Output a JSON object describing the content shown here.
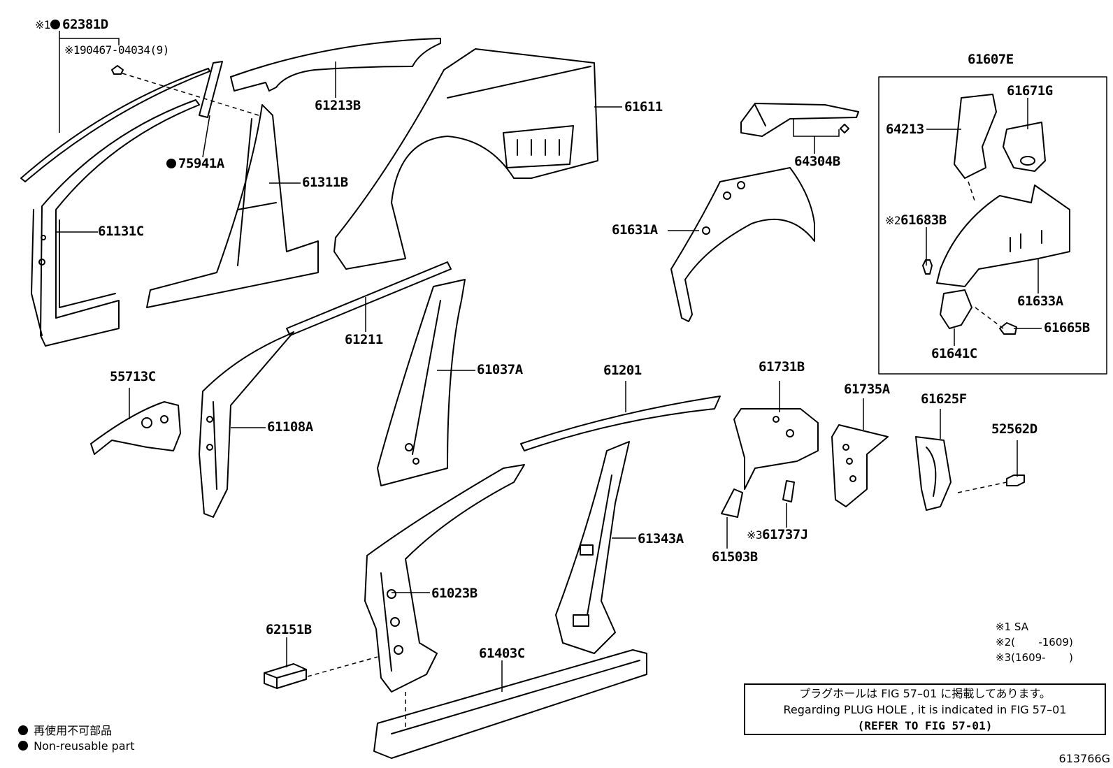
{
  "parts": [
    {
      "id": "62381D",
      "text": "62381D",
      "mark": "※1",
      "nonreusable": true
    },
    {
      "id": "90467",
      "text": "90467-04034(9)",
      "mark": "※1"
    },
    {
      "id": "75941A",
      "text": "75941A",
      "nonreusable": true
    },
    {
      "id": "61131C",
      "text": "61131C"
    },
    {
      "id": "61213B",
      "text": "61213B"
    },
    {
      "id": "61311B",
      "text": "61311B"
    },
    {
      "id": "61611",
      "text": "61611"
    },
    {
      "id": "64304B",
      "text": "64304B"
    },
    {
      "id": "61631A",
      "text": "61631A"
    },
    {
      "id": "61607E",
      "text": "61607E"
    },
    {
      "id": "61671G",
      "text": "61671G"
    },
    {
      "id": "64213",
      "text": "64213"
    },
    {
      "id": "61683B",
      "text": "61683B",
      "mark": "※2"
    },
    {
      "id": "61633A",
      "text": "61633A"
    },
    {
      "id": "61665B",
      "text": "61665B"
    },
    {
      "id": "61641C",
      "text": "61641C"
    },
    {
      "id": "61211",
      "text": "61211"
    },
    {
      "id": "55713C",
      "text": "55713C"
    },
    {
      "id": "61108A",
      "text": "61108A"
    },
    {
      "id": "61037A",
      "text": "61037A"
    },
    {
      "id": "61201",
      "text": "61201"
    },
    {
      "id": "61731B",
      "text": "61731B"
    },
    {
      "id": "61735A",
      "text": "61735A"
    },
    {
      "id": "61625F",
      "text": "61625F"
    },
    {
      "id": "52562D",
      "text": "52562D"
    },
    {
      "id": "61737J",
      "text": "61737J",
      "mark": "※3"
    },
    {
      "id": "61503B",
      "text": "61503B"
    },
    {
      "id": "61343A",
      "text": "61343A"
    },
    {
      "id": "61023B",
      "text": "61023B"
    },
    {
      "id": "62151B",
      "text": "62151B"
    },
    {
      "id": "61403C",
      "text": "61403C"
    }
  ],
  "legend": {
    "jp": "再使用不可部品",
    "en": "Non-reusable part"
  },
  "notes": [
    {
      "mark": "※1",
      "text": "SA"
    },
    {
      "mark": "※2",
      "text": "(       -1609)"
    },
    {
      "mark": "※3",
      "text": "(1609-       )"
    }
  ],
  "notice": {
    "jp": "プラグホールは FIG 57–01 に掲載してあります。",
    "en": "Regarding PLUG HOLE , it is indicated in FIG 57–01",
    "ref": "(REFER TO FIG 57-01)"
  },
  "figure_number": "613766G"
}
